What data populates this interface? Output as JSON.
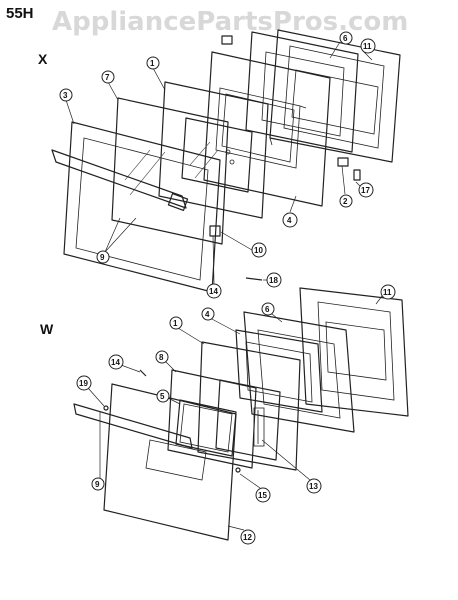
{
  "header": {
    "watermark": "AppliancePartsPros.com",
    "model_code": "55H"
  },
  "sections": {
    "upper_label": "X",
    "lower_label": "W"
  },
  "callouts": {
    "x_1": "1",
    "x_2": "2",
    "x_3": "3",
    "x_4": "4",
    "x_6": "6",
    "x_7": "7",
    "x_9": "9",
    "x_10": "10",
    "x_11": "11",
    "x_14": "14",
    "x_17": "17",
    "x_18": "18",
    "w_1": "1",
    "w_4": "4",
    "w_5": "5",
    "w_6": "6",
    "w_8": "8",
    "w_9": "9",
    "w_11": "11",
    "w_12": "12",
    "w_13": "13",
    "w_14": "14",
    "w_15": "15",
    "w_19": "19"
  }
}
